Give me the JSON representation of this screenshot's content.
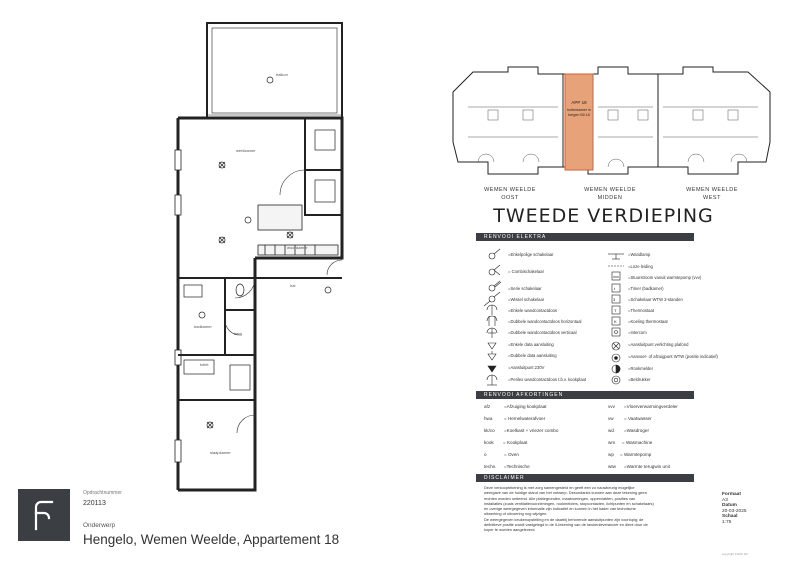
{
  "colors": {
    "dark": "#3b3f44",
    "accent": "#e8a27a",
    "accent_stroke": "#c8643a",
    "line": "#222222"
  },
  "plan_labels": {
    "balcony": "balkon",
    "workspace": "werkkamer",
    "livingroom": "woonkamer",
    "kitchen": "keuken",
    "hall": "hal",
    "bathroom": "badkamer",
    "toilet": "toilet",
    "storage": "berg",
    "bedroom": "slaapkamer"
  },
  "overview": {
    "apartment_label": "APP 18",
    "apartment_sub_1": "buitenkamer in",
    "apartment_sub_2": "bergen B0.18",
    "wings": [
      {
        "line1": "WEMEN WEELDE",
        "line2": "OOST"
      },
      {
        "line1": "WEMEN WEELDE",
        "line2": "MIDDEN"
      },
      {
        "line1": "WEMEN WEELDE",
        "line2": "WEST"
      }
    ],
    "floor_title": "TWEEDE VERDIEPING"
  },
  "legend_electra": {
    "title": "RENVOOI ELEKTRA",
    "left": [
      "=Enkelpolige schakelaar",
      "= Combischakelaar",
      "=Serie schakelaar",
      "=Wissel schakelaar",
      "=Enkele wandcontactdoos",
      "=Dubbele wandcontactdoos horizontaal",
      "=Dubbele wandcontactdoos verticaal",
      "=Enkele data aansluiting",
      "=Dubbele data aansluiting",
      "=Aansluitpunt 230V",
      "=Perilex wandcontactdoos t.b.v. kookplaat"
    ],
    "right": [
      "=Wandlamp",
      "=Loze leiding",
      "=Stuurstroom vanuit warmtepomp (vvv)",
      "=Timer (badkamer)",
      "=Schakelaar WTW 3-standen",
      "=Thermostaat",
      "=Koeling thermostaat",
      "=Intercom",
      "=Aansluitpunt verlichting plafond",
      "=Aanvoer- of afzuigpunt WTW (positie indicatief)",
      "=Rookmelder",
      "=Beldrukker"
    ]
  },
  "legend_abbr": {
    "title": "RENVOOI AFKORTINGEN",
    "left": [
      {
        "k": "afz",
        "v": "=Afzuiging kookplaat"
      },
      {
        "k": "hwa",
        "v": "= Hemelwaterafvoer"
      },
      {
        "k": "kk/co",
        "v": "=Koelkast + vriezer combo"
      },
      {
        "k": "kook",
        "v": "= Kookplaat"
      },
      {
        "k": "o",
        "v": "= Oven"
      },
      {
        "k": "techn.",
        "v": "=Technische"
      }
    ],
    "right": [
      {
        "k": "vvv",
        "v": "=Vloerverwarmingverdeler"
      },
      {
        "k": "vw",
        "v": "= Vaatwasser"
      },
      {
        "k": "wd",
        "v": "=Wasdroger"
      },
      {
        "k": "wm",
        "v": "= Wasmachine"
      },
      {
        "k": "wp",
        "v": "= Warmtepomp"
      },
      {
        "k": "wtw",
        "v": "=Warmte terugwin unit"
      }
    ]
  },
  "disclaimer": {
    "title": "DISCLAIMER",
    "lines": [
      "Deze verkooptekening is met zorg samengesteld en geeft een zo nauwkeurig mogelijke",
      "weergave van de huidige stand van het ontwerp. Desondanks kunnen aan deze tekening geen",
      "rechten worden ontleend. Alle plattegronden, maatvoeringen, oppervlakten, posities van",
      "installaties (zoals ventilatievoorzieningen, rookmelders, stopcontacten, lichtpunten en schakelaars)",
      "en overige weergegeven informatie zijn indicatief en kunnen in het kader van technische",
      "uitwerking of uitvoering nog wijzigen.",
      "De weergegeven keukenopstelling en de daarbij behorende aansluitpunten zijn voorlopig; de",
      "definitieve positie wordt vastgelegd in de 0-tekening van de keukenleverancier en dient door de",
      "koper te worden aangeleverd."
    ]
  },
  "meta": {
    "format_label": "Formaat",
    "format_value": "A3",
    "date_label": "Datum",
    "date_value": "20-03-2025",
    "scale_label": "Schaal",
    "scale_value": "1:75",
    "copyright": "copyright FHKK 3D"
  },
  "footer": {
    "order_label": "Opdrachtnummer",
    "order_number": "220113",
    "subject_label": "Onderwerp",
    "subject": "Hengelo, Wemen Weelde, Appartement 18"
  }
}
